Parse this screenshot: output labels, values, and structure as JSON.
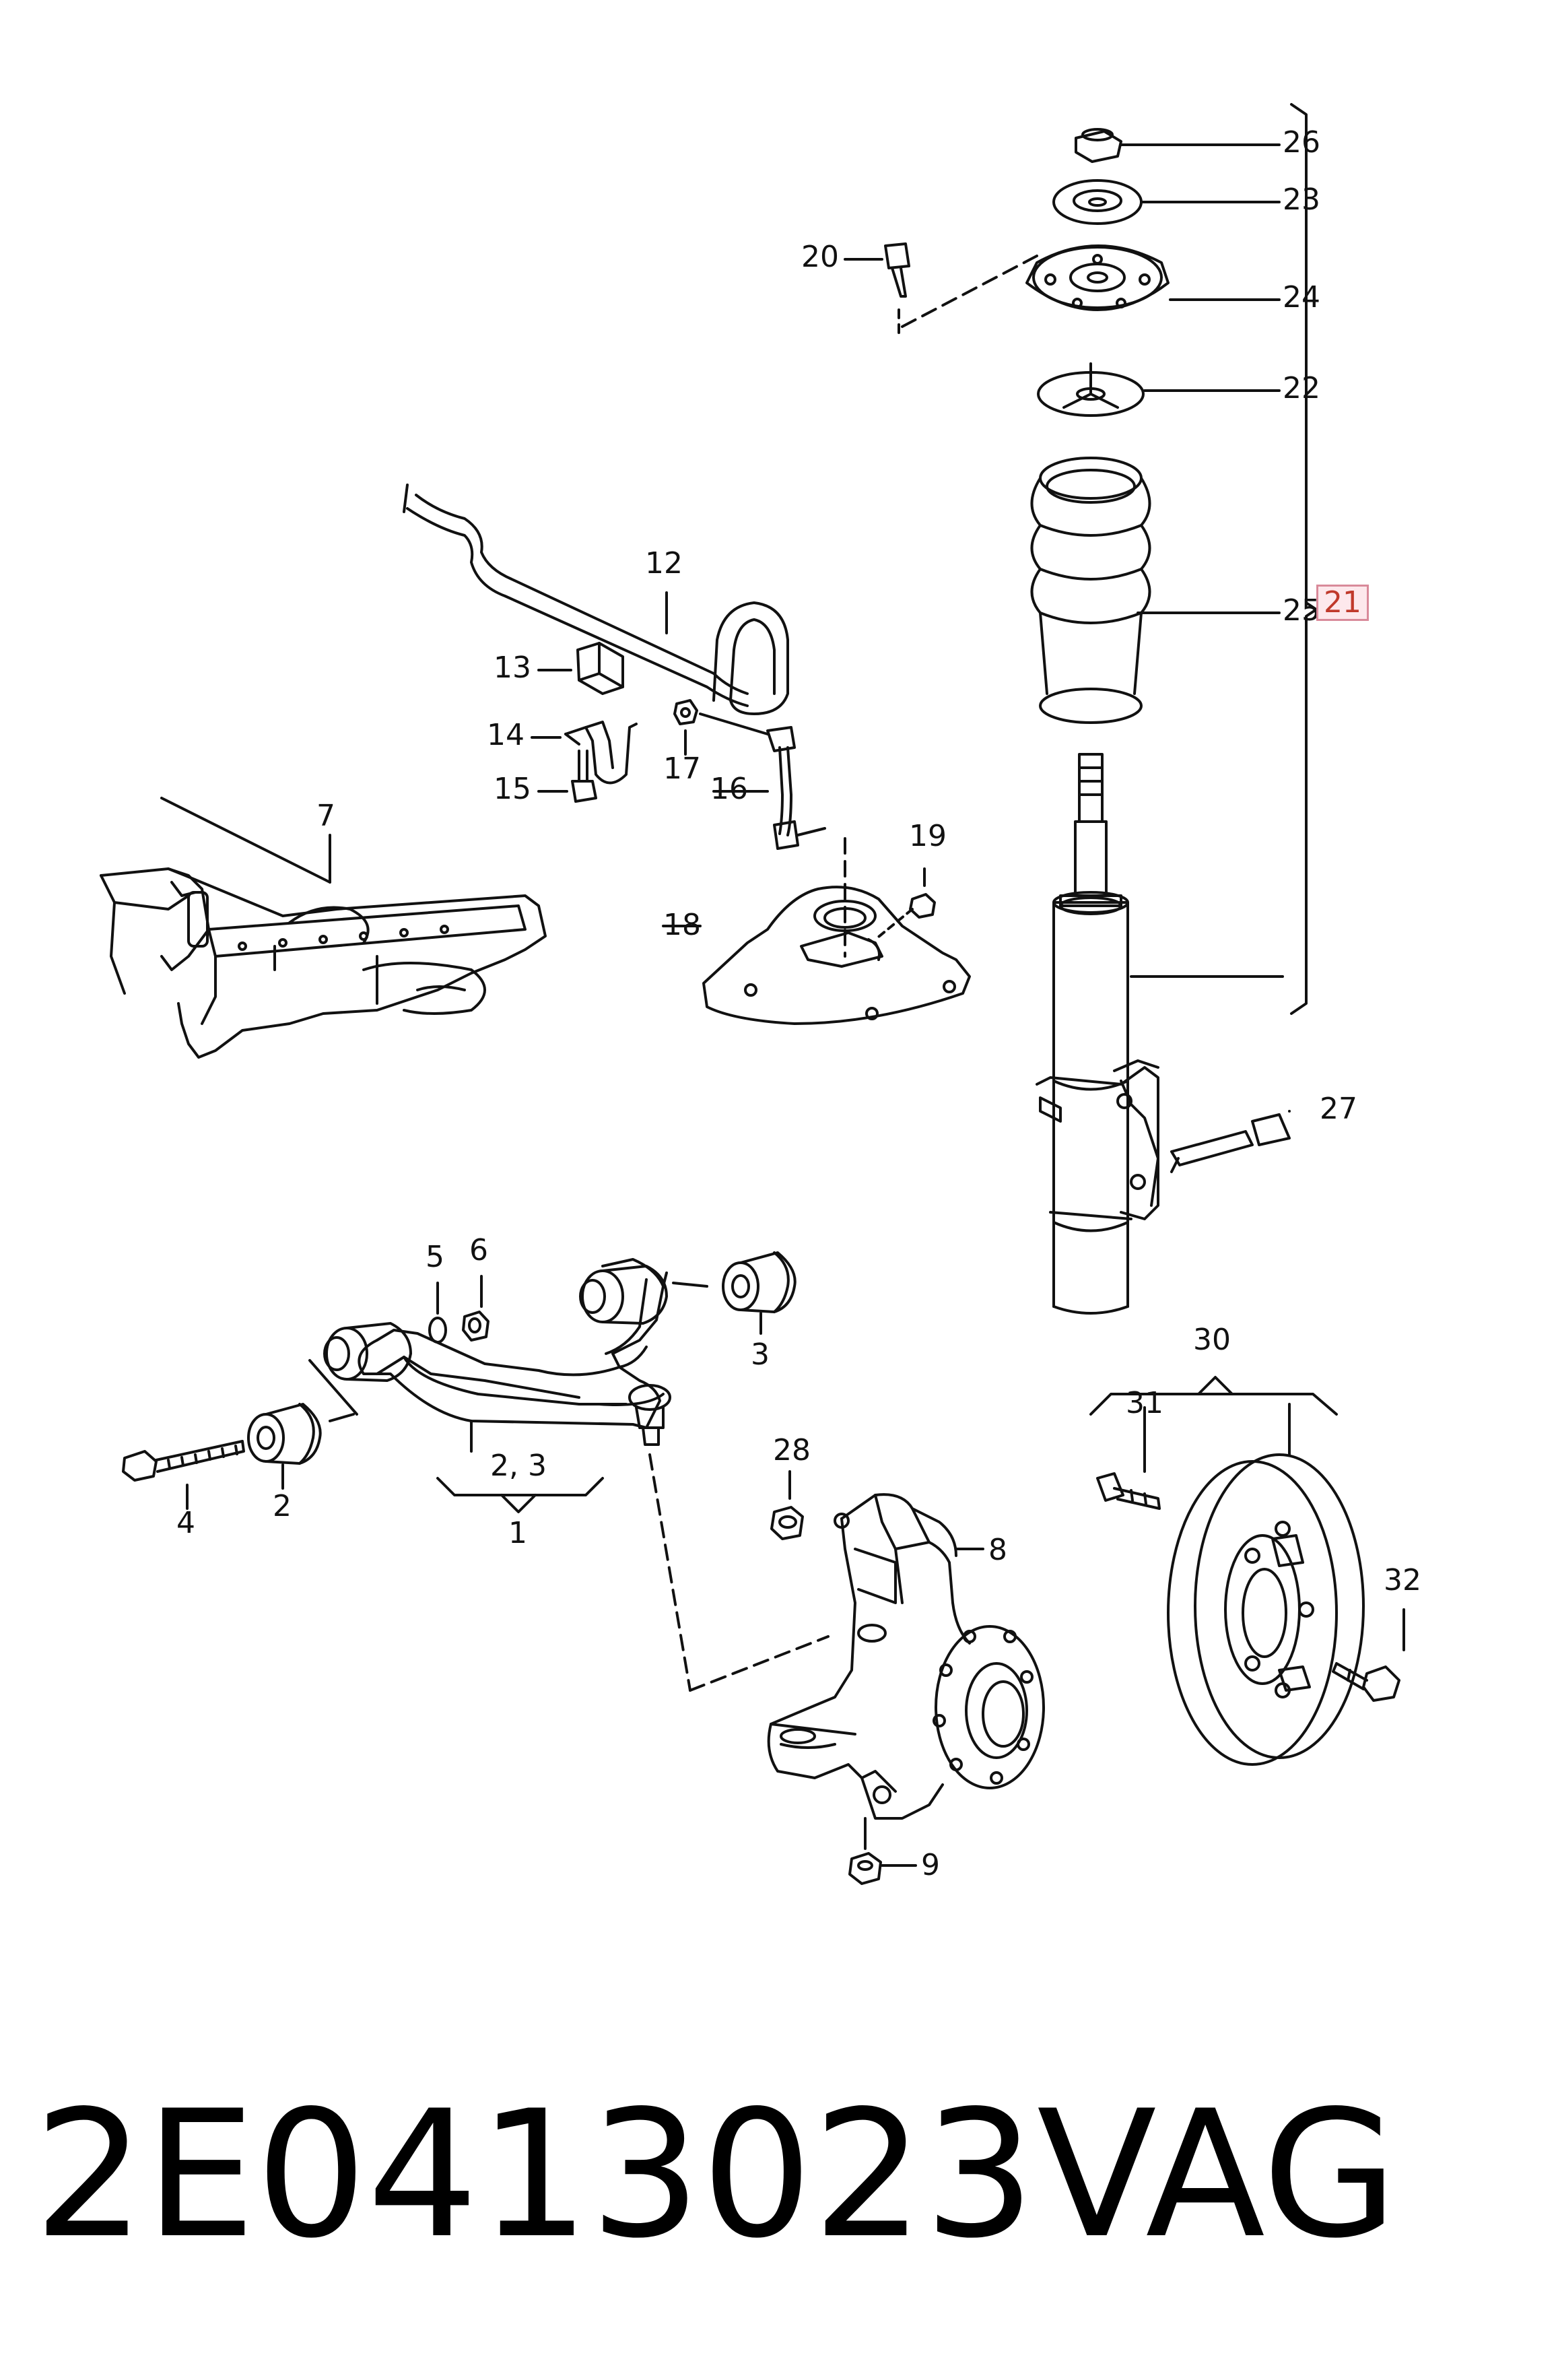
{
  "labels": {
    "l1": "1",
    "l2": "2",
    "l23": "2,  3",
    "l3": "3",
    "l4": "4",
    "l5": "5",
    "l6": "6",
    "l7": "7",
    "l8": "8",
    "l9": "9",
    "l12": "12",
    "l13": "13",
    "l14": "14",
    "l15": "15",
    "l16": "16",
    "l17": "17",
    "l18": "18",
    "l19": "19",
    "l20": "20",
    "l21": "21",
    "l22": "22",
    "l23b": "23",
    "l24": "24",
    "l25": "25",
    "l26": "26",
    "l27": "27",
    "l28": "28",
    "l30": "30",
    "l31": "31",
    "l32": "32"
  },
  "highlighted_part": "21",
  "footer": {
    "part_number": "2E0413023",
    "brand": "VAG"
  }
}
